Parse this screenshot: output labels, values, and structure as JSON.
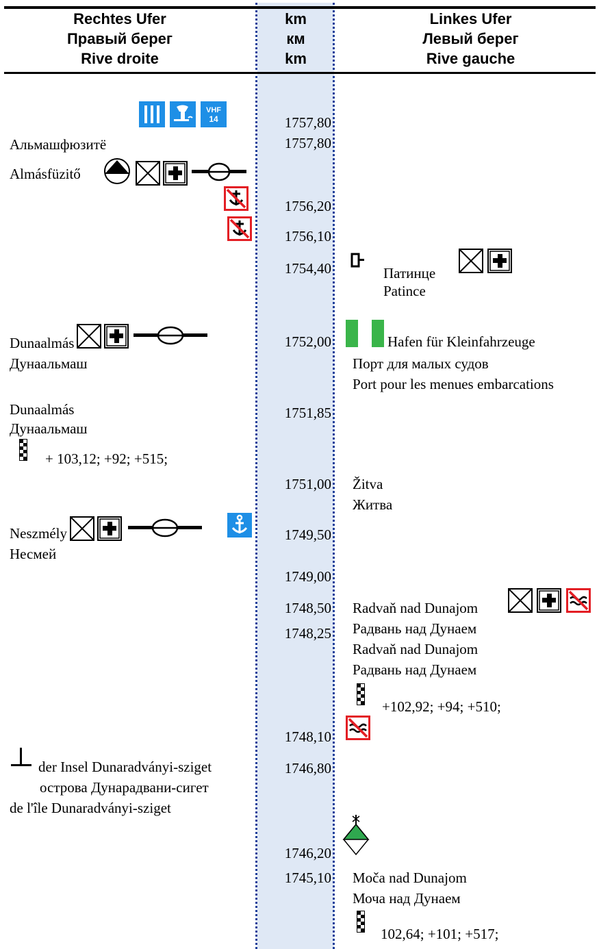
{
  "header": {
    "right_bank": [
      "Rechtes Ufer",
      "Правый берег",
      "Rive droite"
    ],
    "km": [
      "km",
      "км",
      "km"
    ],
    "left_bank": [
      "Linkes Ufer",
      "Левый берег",
      "Rive gauche"
    ]
  },
  "km_values": [
    "1757,80",
    "1757,80",
    "1756,20",
    "1756,10",
    "1754,40",
    "1752,00",
    "1751,85",
    "1751,00",
    "1749,50",
    "1749,00",
    "1748,50",
    "1748,25",
    "1748,10",
    "1746,80",
    "1746,20",
    "1745,10"
  ],
  "right_bank": {
    "almasfuzito_ru": "Альмашфюзитё",
    "almasfuzito": "Almásfüzitő",
    "dunaalmas_1": "Dunaalmás",
    "dunaalmas_1_ru": "Дунаальмаш",
    "dunaalmas_2": "Dunaalmás",
    "dunaalmas_2_ru": "Дунаальмаш",
    "gauge_1": "+ 103,12; +92; +515;",
    "neszmely": "Neszmély",
    "neszmely_ru": "Несмей",
    "island_de": "der Insel Dunaradványi-sziget",
    "island_ru": "острова Дунарадвани-сигет",
    "island_fr": "de l'île Dunaradványi-sziget"
  },
  "left_bank": {
    "patince_ru": "Патинце",
    "patince": "Patince",
    "harbour_de": "Hafen für Kleinfahrzeuge",
    "harbour_ru": "Порт для малых судов",
    "harbour_fr": "Port pour les menues embarcations",
    "zitva": "Žitva",
    "zitva_ru": "Житва",
    "radvan_1": "Radvaň nad Dunajom",
    "radvan_1_ru": "Радвань над Дунаем",
    "radvan_2": "Radvaň nad Dunajom",
    "radvan_2_ru": "Радвань над Дунаем",
    "gauge_2": "+102,92; +94; +510;",
    "moca": "Moča nad Dunajom",
    "moca_ru": "Моча над Дунаем",
    "gauge_3": "102,64; +101; +517;"
  },
  "vhf_sign": [
    "VHF",
    "14"
  ],
  "icons": [
    "lock-sign",
    "pier-sign",
    "vhf-sign",
    "ferry-landing-icon",
    "customs-icon",
    "medical-icon",
    "cable-ferry-icon",
    "no-anchoring-sign",
    "anchorage-sign",
    "mooring-bollard-icon",
    "small-craft-harbour-sign",
    "no-wash-sign",
    "gauge-icon",
    "landmark-cross-icon",
    "green-buoy-icon"
  ],
  "colors": {
    "band": "#dfe8f5",
    "dotted_line": "#1f3f9a",
    "sign_blue": "#1e8fe6",
    "sign_red": "#e31e24",
    "harbour_green": "#3ab54a"
  }
}
